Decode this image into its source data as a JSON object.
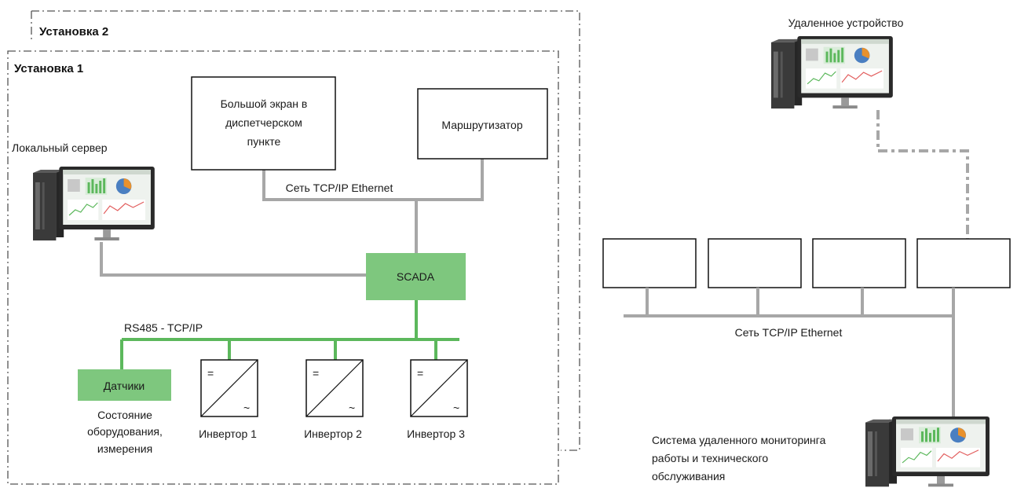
{
  "colors": {
    "gray_line": "#a7a7a7",
    "green_line": "#5cb85c",
    "green_box": "#7ec77e",
    "dash_border": "#555555",
    "box_stroke": "#111111"
  },
  "installation2": {
    "title": "Установка 2"
  },
  "installation1": {
    "title": "Установка 1",
    "local_server": {
      "label": "Локальный сервер",
      "icon": "computer-icon"
    },
    "big_screen": {
      "lines": [
        "Большой экран в",
        "диспетчерском",
        "пункте"
      ]
    },
    "router": {
      "label": "Маршрутизатор"
    },
    "network_label": "Сеть TCP/IP Ethernet",
    "scada": {
      "label": "SCADA"
    },
    "bus_label": "RS485 - TCP/IP",
    "sensors": {
      "label": "Датчики",
      "caption_lines": [
        "Состояние",
        "оборудования,",
        "измерения"
      ]
    },
    "inverter_symbol": {
      "top": "=",
      "bottom": "~"
    },
    "inverters": [
      {
        "label": "Инвертор 1"
      },
      {
        "label": "Инвертор 2"
      },
      {
        "label": "Инвертор 3"
      }
    ]
  },
  "remote_side": {
    "remote_device": {
      "label": "Удаленное устройство",
      "icon": "computer-icon"
    },
    "network_label": "Сеть TCP/IP Ethernet",
    "monitoring": {
      "lines": [
        "Система удаленного мониторинга",
        "работы и технического",
        "обслуживания"
      ],
      "icon": "computer-icon"
    }
  }
}
